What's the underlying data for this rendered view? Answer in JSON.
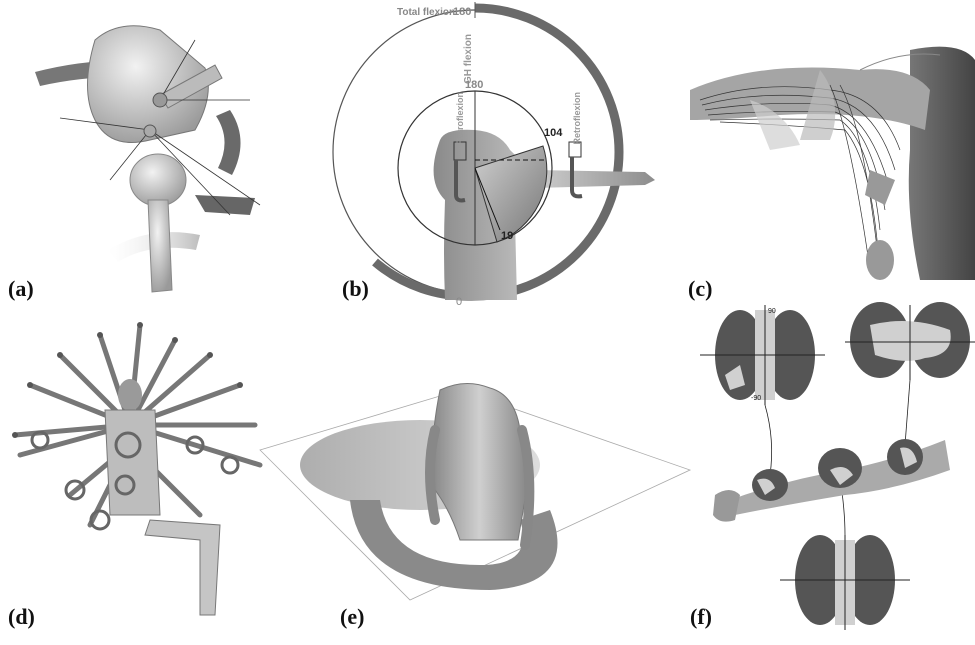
{
  "figure": {
    "panel_labels": [
      "(a)",
      "(b)",
      "(c)",
      "(d)",
      "(e)",
      "(f)"
    ]
  },
  "panel_b": {
    "total_flexion_label": "Total flexion",
    "total_flexion_max": "180",
    "gh_flexion_label": "GH flexion",
    "gh_flexion_max": "180",
    "retroflexion_left_label": "Retroflexion",
    "retroflexion_right_label": "Retroflexion",
    "angle_value": "104",
    "angle_low_value": "19",
    "zero_label": "0"
  },
  "panel_f": {
    "tick_top": "90",
    "tick_bottom": "-90"
  },
  "colors": {
    "dark_gray": "#555555",
    "mid_gray": "#888888",
    "light_gray": "#cfcfcf",
    "skin": "#b9b9b9"
  }
}
